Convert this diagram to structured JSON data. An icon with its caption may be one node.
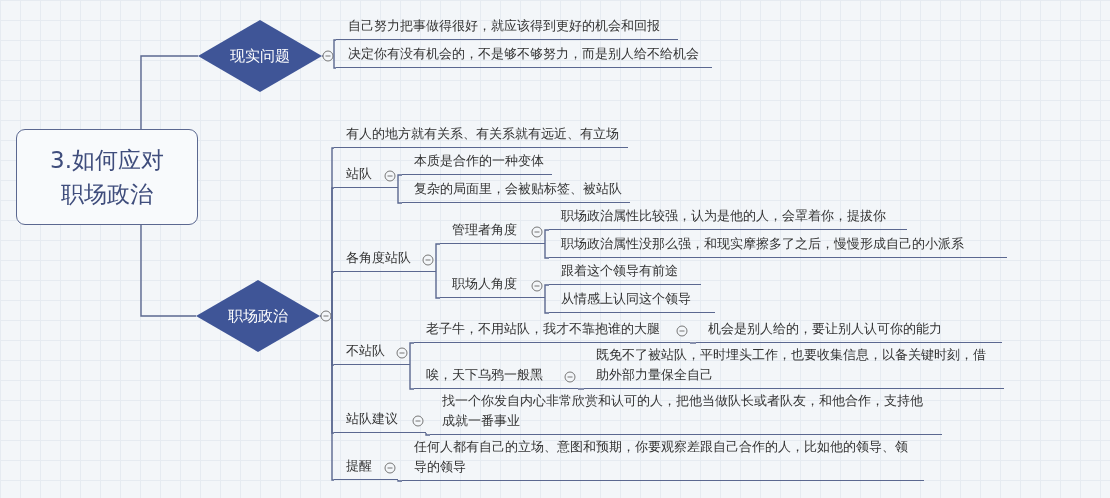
{
  "diagram": {
    "nodes": [
      {
        "text": [
          "3.如何应对职场政治"
        ]
      },
      {
        "text": [
          "现实问题"
        ]
      },
      {
        "text": [
          "职场政治"
        ]
      },
      {
        "text": [
          "自己努力把事做得很好，就应该得到更好的机会和回报"
        ]
      },
      {
        "text": [
          "决定你有没有机会的，不是够不够努力，而是别人给不给机会"
        ]
      },
      {
        "text": [
          "有人的地方就有关系、有关系就有远近、有立场"
        ]
      },
      {
        "text": [
          "站队"
        ]
      },
      {
        "text": [
          "本质是合作的一种变体"
        ]
      },
      {
        "text": [
          "复杂的局面里，会被贴标签、被站队"
        ]
      },
      {
        "text": [
          "各角度站队"
        ]
      },
      {
        "text": [
          "管理者角度"
        ]
      },
      {
        "text": [
          "职场政治属性比较强，认为是他的人，会罩着你，提拔你"
        ]
      },
      {
        "text": [
          "职场政治属性没那么强，和现实摩擦多了之后，慢慢形成自己的小派系"
        ]
      },
      {
        "text": [
          "职场人角度"
        ]
      },
      {
        "text": [
          "跟着这个领导有前途"
        ]
      },
      {
        "text": [
          "从情感上认同这个领导"
        ]
      },
      {
        "text": [
          "不站队"
        ]
      },
      {
        "text": [
          "老子牛，不用站队，我才不靠抱谁的大腿"
        ]
      },
      {
        "text": [
          "机会是别人给的，要让别人认可你的能力"
        ]
      },
      {
        "text": [
          "唉，天下乌鸦一般黑"
        ]
      },
      {
        "text": [
          "既免不了被站队，平时埋头工作，也要收集信息，以备关键时刻，借助外部力量保全自己"
        ]
      },
      {
        "text": [
          "站队建议"
        ]
      },
      {
        "text": [
          "找一个你发自内心非常欣赏和认可的人，把他当做队长或者队友，和他合作，支持他成就一番事业"
        ]
      },
      {
        "text": [
          "提醒"
        ]
      },
      {
        "text": [
          "任何人都有自己的立场、意图和预期，你要观察差跟自己合作的人，比如他的领导、领导的领导"
        ]
      }
    ],
    "edges": [
      {
        "from": 0,
        "to": 1,
        "arrow": "none"
      },
      {
        "from": 0,
        "to": 2,
        "arrow": "none"
      },
      {
        "from": 1,
        "to": 3,
        "arrow": "none"
      },
      {
        "from": 1,
        "to": 4,
        "arrow": "none"
      },
      {
        "from": 2,
        "to": 5,
        "arrow": "none"
      },
      {
        "from": 2,
        "to": 6,
        "arrow": "none"
      },
      {
        "from": 2,
        "to": 9,
        "arrow": "none"
      },
      {
        "from": 2,
        "to": 16,
        "arrow": "none"
      },
      {
        "from": 2,
        "to": 21,
        "arrow": "none"
      },
      {
        "from": 2,
        "to": 23,
        "arrow": "none"
      },
      {
        "from": 6,
        "to": 7,
        "arrow": "none"
      },
      {
        "from": 6,
        "to": 8,
        "arrow": "none"
      },
      {
        "from": 9,
        "to": 10,
        "arrow": "none"
      },
      {
        "from": 9,
        "to": 13,
        "arrow": "none"
      },
      {
        "from": 10,
        "to": 11,
        "arrow": "none"
      },
      {
        "from": 10,
        "to": 12,
        "arrow": "none"
      },
      {
        "from": 13,
        "to": 14,
        "arrow": "none"
      },
      {
        "from": 13,
        "to": 15,
        "arrow": "none"
      },
      {
        "from": 16,
        "to": 17,
        "arrow": "none"
      },
      {
        "from": 16,
        "to": 19,
        "arrow": "none"
      },
      {
        "from": 17,
        "to": 18,
        "arrow": "none"
      },
      {
        "from": 19,
        "to": 20,
        "arrow": "none"
      },
      {
        "from": 21,
        "to": 22,
        "arrow": "none"
      },
      {
        "from": 23,
        "to": 24,
        "arrow": "none"
      }
    ]
  }
}
